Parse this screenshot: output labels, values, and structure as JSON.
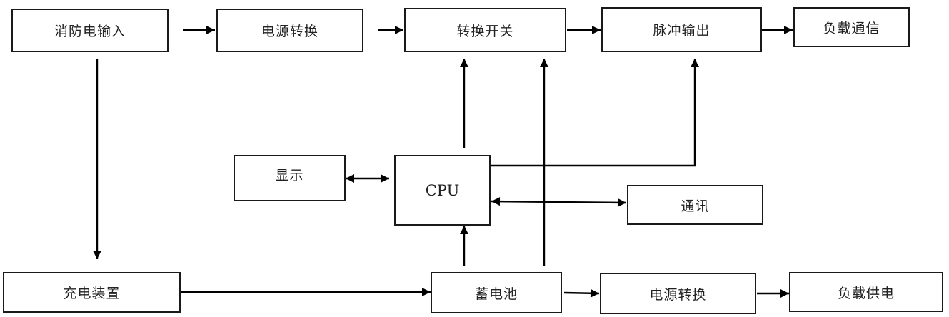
{
  "diagram": {
    "nodes": {
      "fire_input": "消防电输入",
      "power_convert_top": "电源转换",
      "switch": "转换开关",
      "pulse_output": "脉冲输出",
      "load_comm": "负载通信",
      "display": "显示",
      "cpu": "CPU",
      "comm": "通讯",
      "charger": "充电装置",
      "battery": "蓄电池",
      "power_convert_bottom": "电源转换",
      "load_supply": "负载供电"
    },
    "edges": [
      {
        "from": "fire_input",
        "to": "power_convert_top",
        "type": "arrow"
      },
      {
        "from": "power_convert_top",
        "to": "switch",
        "type": "arrow"
      },
      {
        "from": "switch",
        "to": "pulse_output",
        "type": "arrow"
      },
      {
        "from": "pulse_output",
        "to": "load_comm",
        "type": "arrow"
      },
      {
        "from": "fire_input",
        "to": "charger",
        "type": "arrow"
      },
      {
        "from": "cpu",
        "to": "switch",
        "type": "arrow"
      },
      {
        "from": "battery",
        "to": "switch",
        "type": "arrow"
      },
      {
        "from": "cpu",
        "to": "pulse_output",
        "type": "arrow"
      },
      {
        "from": "display",
        "to": "cpu",
        "type": "bidirectional"
      },
      {
        "from": "cpu",
        "to": "comm",
        "type": "bidirectional"
      },
      {
        "from": "battery",
        "to": "cpu",
        "type": "arrow"
      },
      {
        "from": "charger",
        "to": "battery",
        "type": "arrow"
      },
      {
        "from": "battery",
        "to": "power_convert_bottom",
        "type": "arrow"
      },
      {
        "from": "power_convert_bottom",
        "to": "load_supply",
        "type": "arrow"
      }
    ]
  }
}
